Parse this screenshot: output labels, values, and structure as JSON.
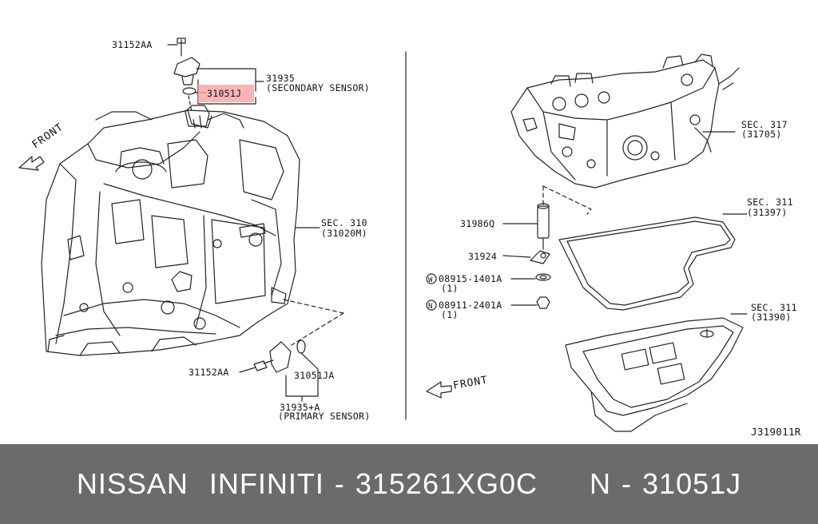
{
  "diagram": {
    "callouts": {
      "bolt_top": "31152AA",
      "secondary_sensor_no": "31935",
      "secondary_sensor_name": "(SECONDARY SENSOR)",
      "oring_top": "31051J",
      "sec310_a": "SEC. 310",
      "sec310_b": "(31020M)",
      "bolt_bottom": "31152AA",
      "oring_bottom": "31051JA",
      "primary_sensor_no": "31935+A",
      "primary_sensor_name": "(PRIMARY SENSOR)",
      "sec317_a": "SEC. 317",
      "sec317_b": "(31705)",
      "sec311_gasket_a": "SEC. 311",
      "sec311_gasket_b": "(31397)",
      "sec311_pan_a": "SEC. 311",
      "sec311_pan_b": "(31390)",
      "pipe": "31986Q",
      "clip": "31924",
      "washer_part": "08915-1401A",
      "washer_qty": "(1)",
      "washer_prefix": "W",
      "nut_part": "08911-2401A",
      "nut_qty": "(1)",
      "nut_prefix": "N",
      "front_left": "FRONT",
      "front_right": "FRONT",
      "drawing_code": "J319011R"
    },
    "highlight_color": "#f7a8a8"
  },
  "caption": {
    "brand": "NISSAN  INFINITI",
    "separator_1": " - ",
    "part_number": "315261XG0C",
    "gap": "     ",
    "ref": "N - 31051J"
  }
}
